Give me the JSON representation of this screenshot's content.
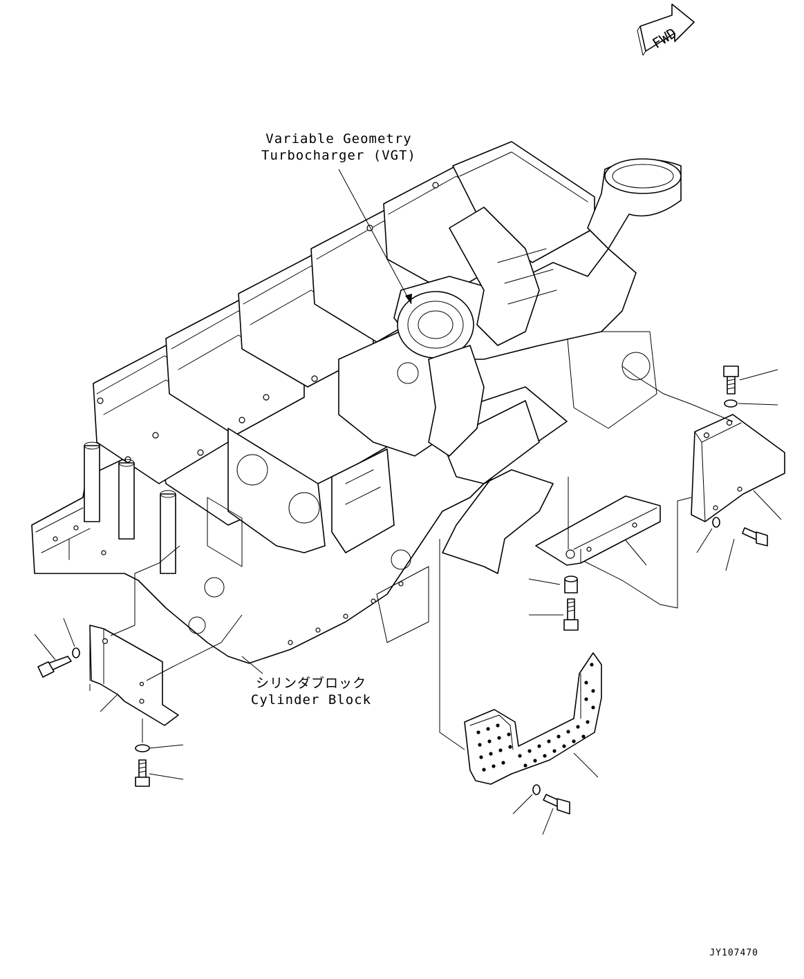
{
  "labels": {
    "fwd": "FWD",
    "vgt_line1": "Variable Geometry",
    "vgt_line2": "Turbocharger (VGT)",
    "block_jp": "シリンダブロック",
    "block_en": "Cylinder Block",
    "drawing_code": "JY107470"
  },
  "icons": {
    "fwd_arrow": "forward-direction-arrow-icon"
  },
  "colors": {
    "line": "#000000",
    "background": "#ffffff"
  }
}
